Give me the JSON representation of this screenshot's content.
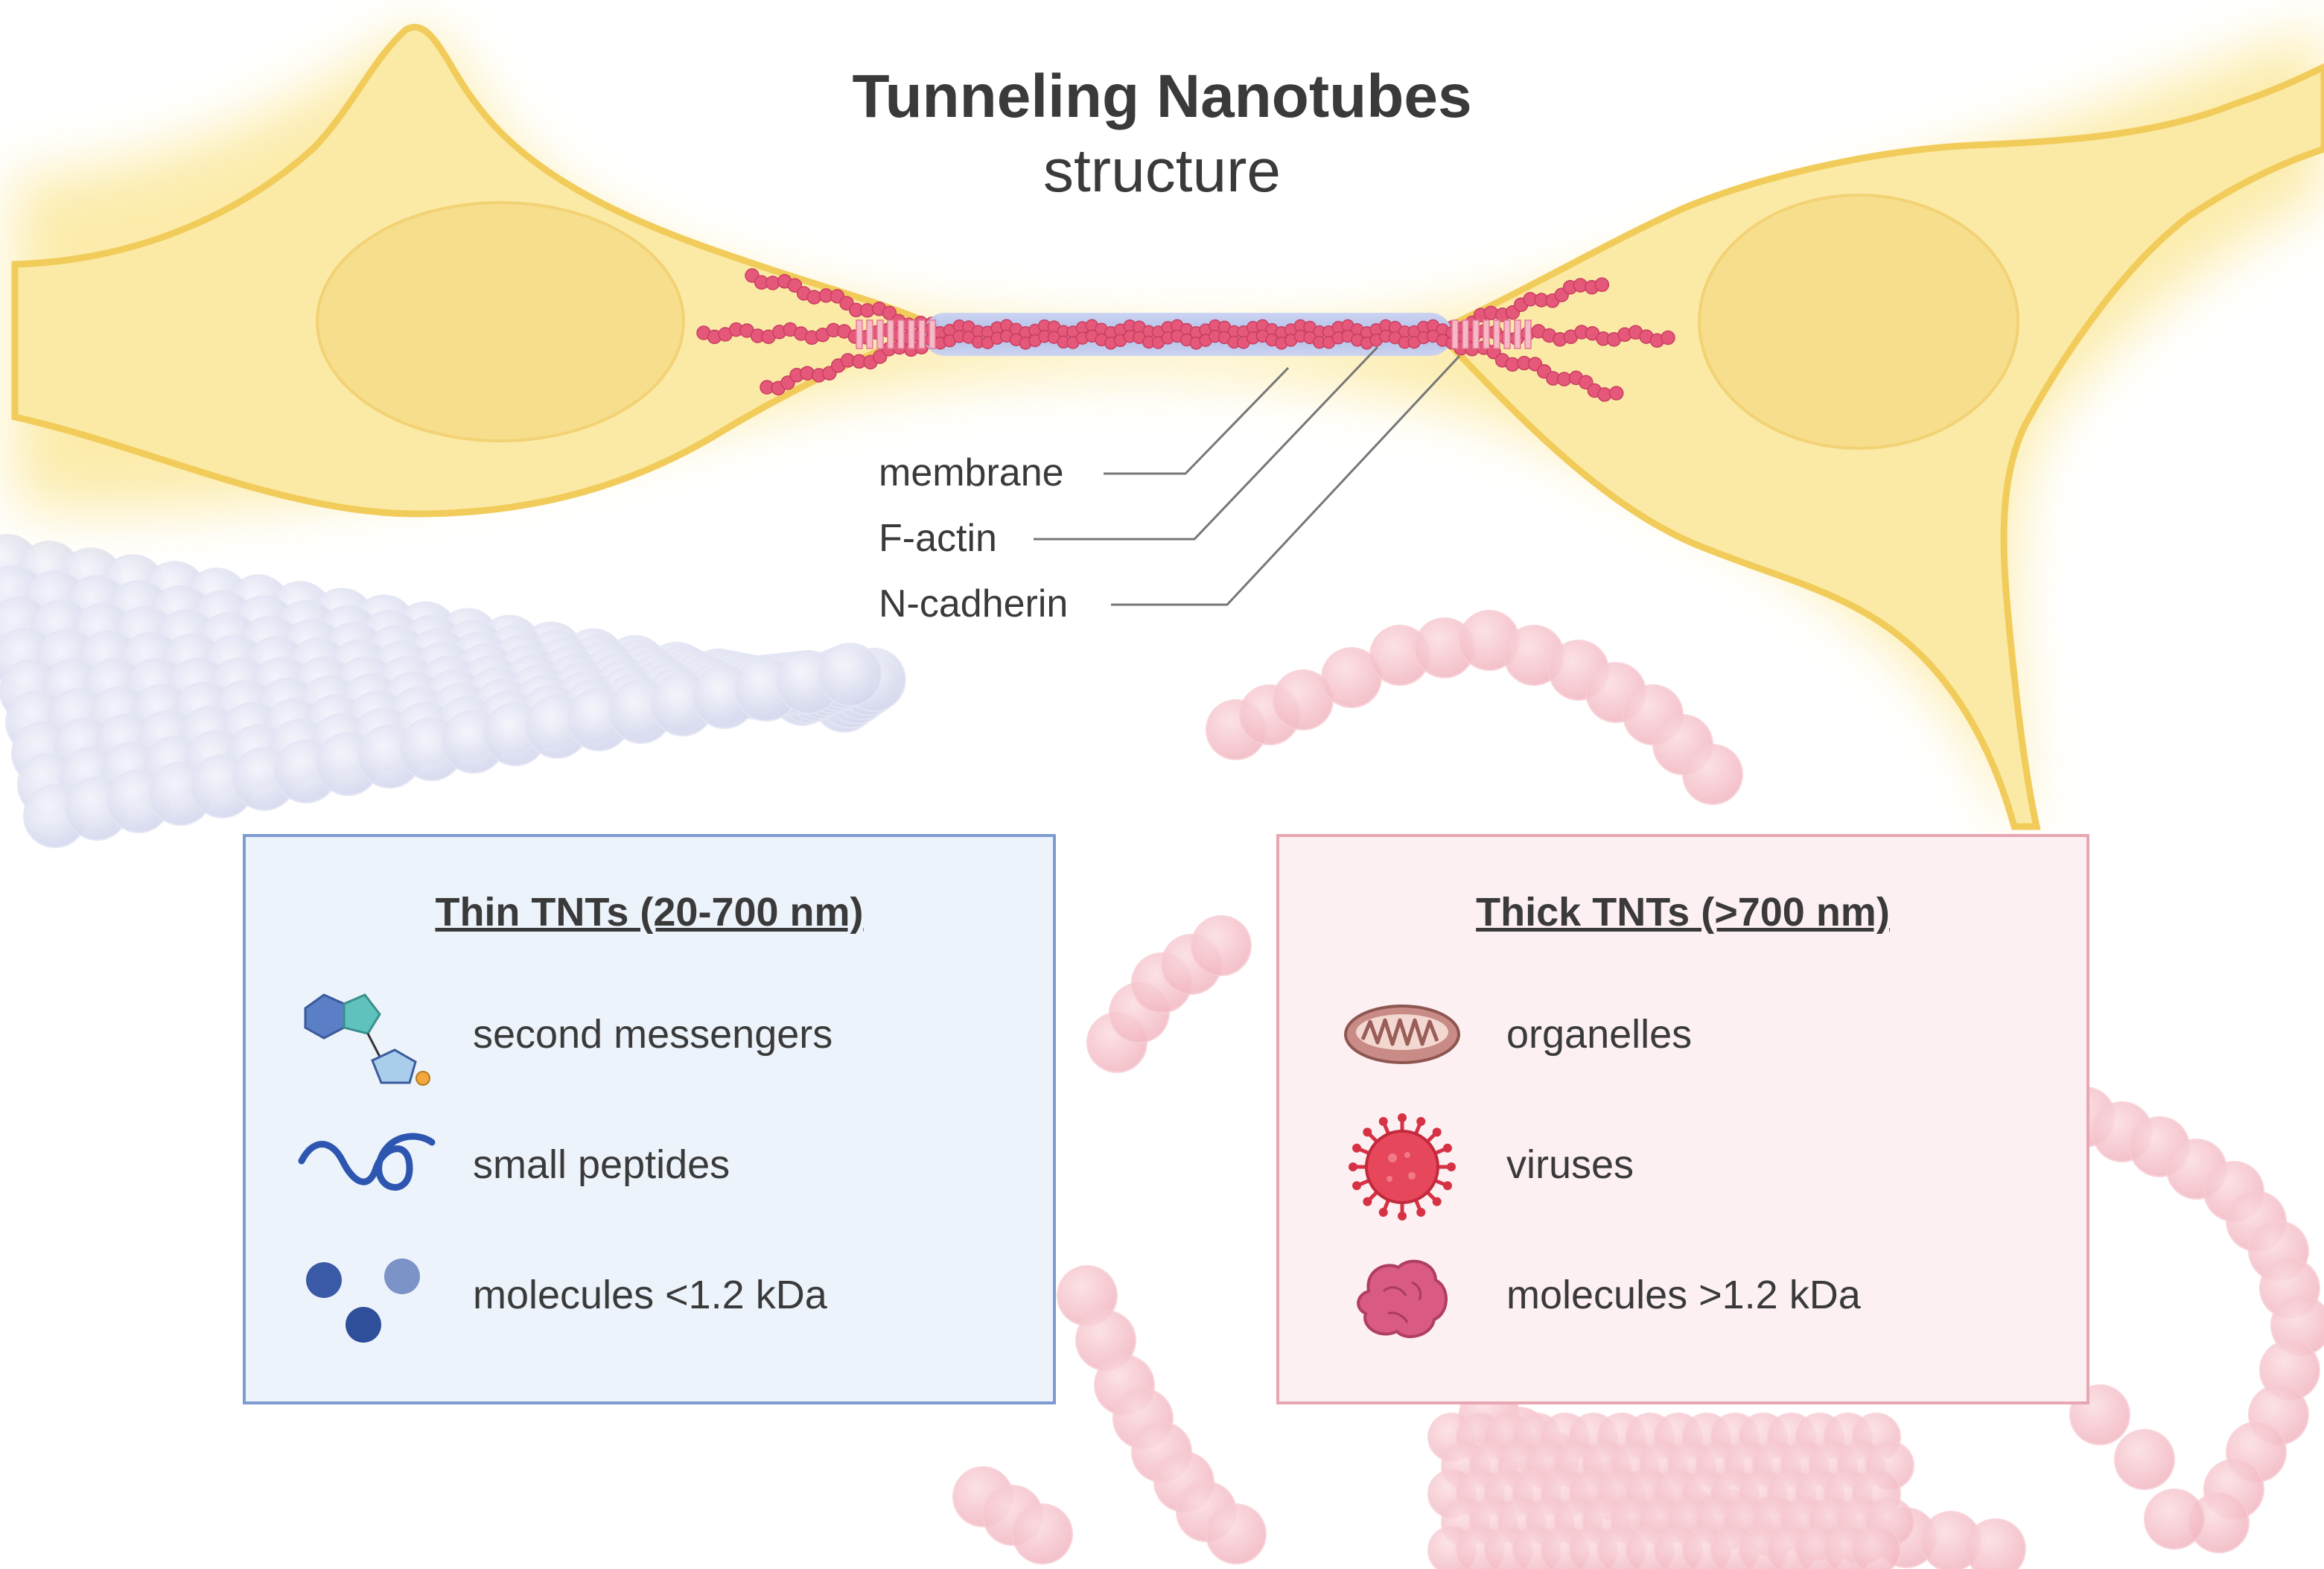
{
  "title": {
    "main": "Tunneling Nanotubes",
    "sub": "structure"
  },
  "structure_labels": [
    "membrane",
    "F-actin",
    "N-cadherin"
  ],
  "thin_box": {
    "title": "Thin TNTs (20-700 nm)",
    "items": [
      {
        "label": "second messengers",
        "icon": "second-messenger-molecule-icon"
      },
      {
        "label": "small peptides",
        "icon": "peptide-chain-icon"
      },
      {
        "label": "molecules <1.2 kDa",
        "icon": "small-molecules-icon"
      }
    ]
  },
  "thick_box": {
    "title": "Thick TNTs (>700 nm)",
    "items": [
      {
        "label": "organelles",
        "icon": "mitochondrion-icon"
      },
      {
        "label": "viruses",
        "icon": "virus-icon"
      },
      {
        "label": "molecules >1.2 kDa",
        "icon": "protein-aggregate-icon"
      }
    ]
  },
  "colors": {
    "cell_fill": "#fbeaa6",
    "cell_outline": "#f2cc5a",
    "nucleus": "#f7dd8a",
    "actin": "#e6587a",
    "membrane": "#9fb2e6",
    "thin_box_bg": "#edf3fb",
    "thin_box_border": "#7d9bd0",
    "thick_box_bg": "#fdf0f2",
    "thick_box_border": "#e7a6b1",
    "microtubule": "#d9dcef",
    "pink_beads": "#f6c2cb"
  }
}
